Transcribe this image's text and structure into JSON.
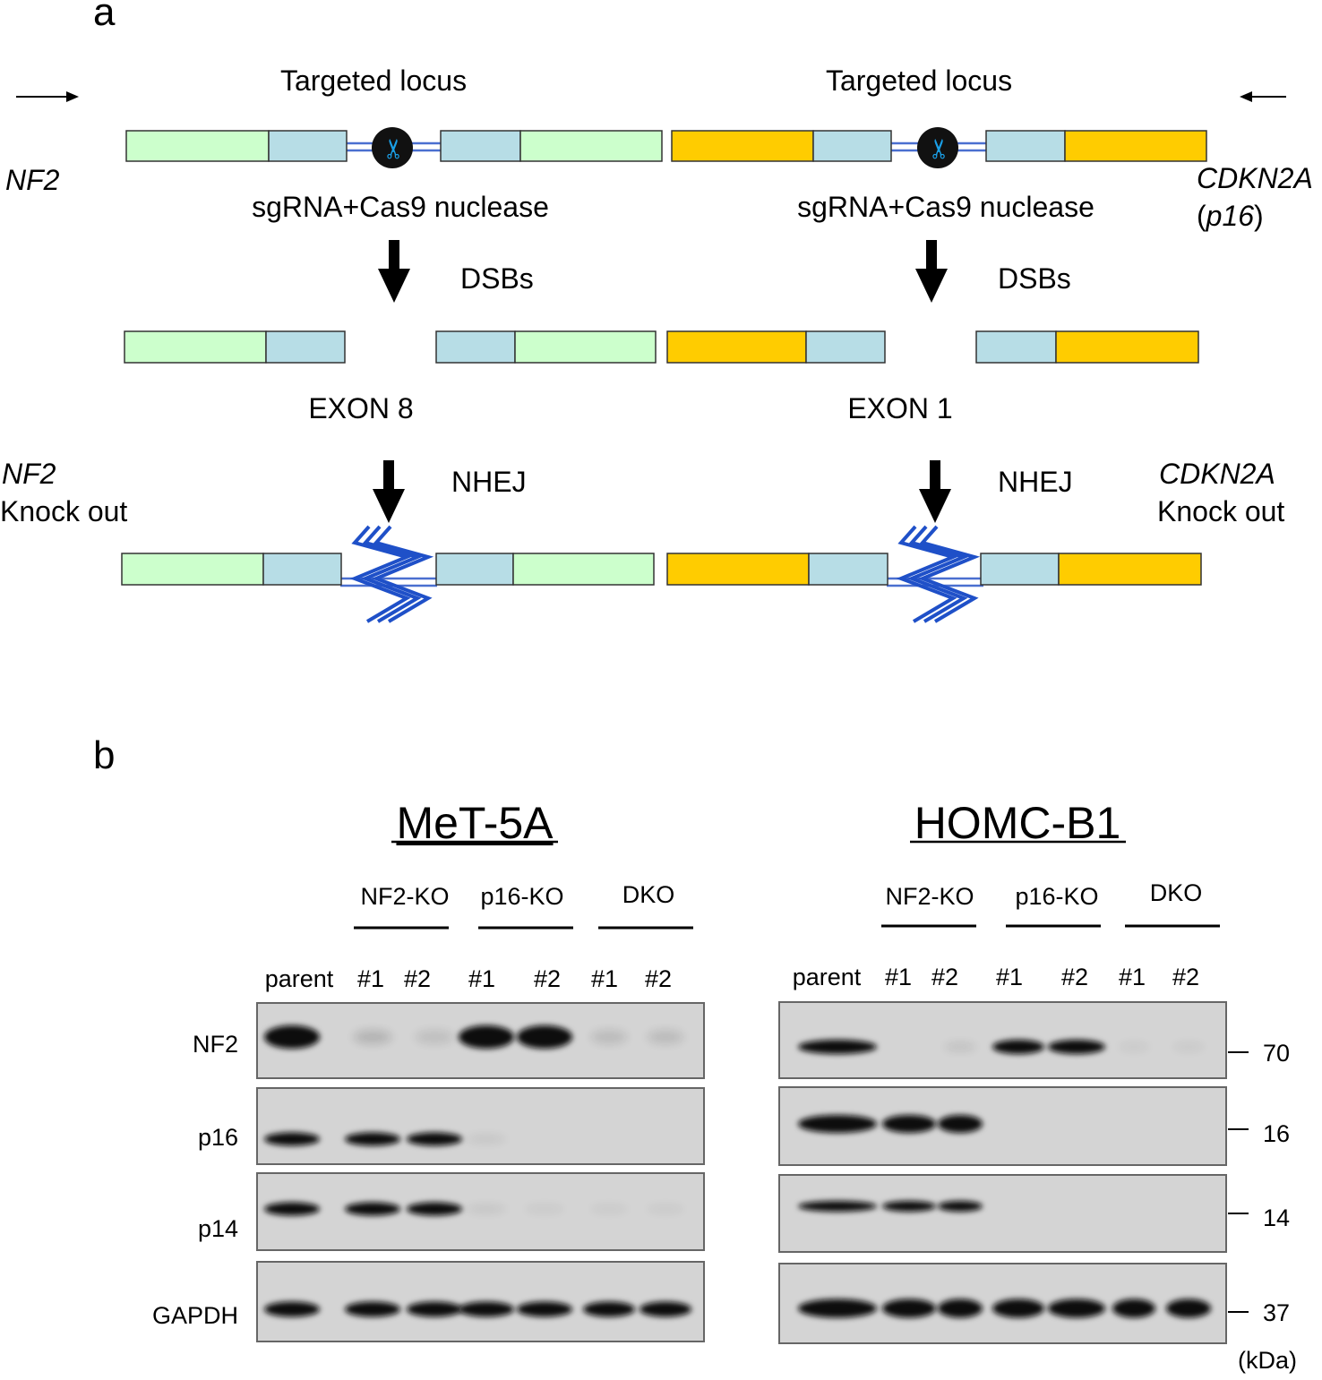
{
  "panel_a": {
    "label": "a",
    "direction_left_symbol": "→",
    "direction_right_symbol": "←",
    "targeted_locus_left": "Targeted locus",
    "targeted_locus_right": "Targeted locus",
    "gene_left": "NF2",
    "gene_right": "CDKN2A",
    "gene_right_alias_open": "(",
    "gene_right_alias": "p16",
    "gene_right_alias_close": ")",
    "nuclease_left": "sgRNA+Cas9 nuclease",
    "nuclease_right": "sgRNA+Cas9 nuclease",
    "dsb_left": "DSBs",
    "dsb_right": "DSBs",
    "exon_left": "EXON 8",
    "exon_right": "EXON 1",
    "nhej_left": "NHEJ",
    "nhej_right": "NHEJ",
    "ko_left_gene": "NF2",
    "ko_left_text": "Knock out",
    "ko_right_gene": "CDKN2A",
    "ko_right_text": "Knock out",
    "colors": {
      "nf2_outer": "#ccffcc",
      "exon": "#b7dde6",
      "cdkn2a_outer": "#ffcc00",
      "dna_strand": "#4a6fd0",
      "scissor_icon": "#1aa0e8",
      "scissor_bg": "#111111",
      "wave": "#1f50c8"
    },
    "icons": [
      "right-arrow-icon",
      "left-arrow-icon",
      "scissors-icon",
      "down-arrow-icon",
      "nhej-wave-icon"
    ]
  },
  "panel_b": {
    "label": "b",
    "blot_left": {
      "cell_line": "MeT-5A",
      "groups": [
        "NF2-KO",
        "p16-KO",
        "DKO"
      ],
      "lanes": [
        "parent",
        "#1",
        "#2",
        "#1",
        "#2",
        "#1",
        "#2"
      ],
      "proteins": [
        "NF2",
        "p16",
        "p14",
        "GAPDH"
      ],
      "band_intensity": {
        "NF2": [
          1.0,
          0.08,
          0.05,
          1.0,
          1.0,
          0.06,
          0.06
        ],
        "p16": [
          1.0,
          1.0,
          1.0,
          0.04,
          0.0,
          0.0,
          0.0
        ],
        "p14": [
          1.0,
          1.0,
          1.0,
          0.04,
          0.03,
          0.03,
          0.03
        ],
        "GAPDH": [
          1.0,
          1.0,
          1.0,
          1.0,
          1.0,
          1.0,
          1.0
        ]
      }
    },
    "blot_right": {
      "cell_line": "HOMC-B1",
      "groups": [
        "NF2-KO",
        "p16-KO",
        "DKO"
      ],
      "lanes": [
        "parent",
        "#1",
        "#2",
        "#1",
        "#2",
        "#1",
        "#2"
      ],
      "band_intensity": {
        "NF2": [
          1.0,
          0.0,
          0.05,
          1.0,
          1.0,
          0.03,
          0.03
        ],
        "p16": [
          1.0,
          1.0,
          0.8,
          0.0,
          0.0,
          0.0,
          0.0
        ],
        "p14": [
          0.85,
          0.85,
          0.8,
          0.0,
          0.0,
          0.0,
          0.0
        ],
        "GAPDH": [
          1.0,
          1.0,
          1.0,
          1.0,
          1.0,
          1.0,
          1.0
        ]
      },
      "markers": [
        "70",
        "16",
        "14",
        "37"
      ],
      "unit": "(kDa)"
    },
    "colors": {
      "blot_bg": "#d4d4d4",
      "band": "#0a0a0a",
      "frame": "#666666"
    }
  }
}
